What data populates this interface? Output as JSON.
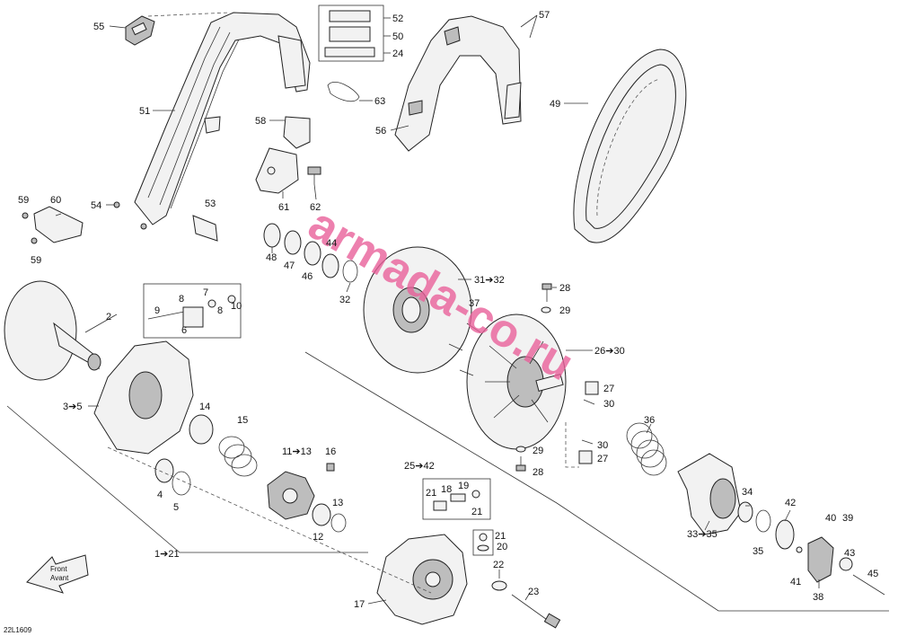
{
  "diagram_id": "22L1609",
  "watermark": {
    "text": "armada-co.ru",
    "color": "#e8609a"
  },
  "front_badge": {
    "line1": "Front",
    "line2": "Avant"
  },
  "labels": {
    "l55": "55",
    "l52": "52",
    "l50": "50",
    "l24": "24",
    "l57": "57",
    "l51": "51",
    "l63": "63",
    "l58": "58",
    "l56": "56",
    "l49": "49",
    "l59a": "59",
    "l60": "60",
    "l54": "54",
    "l53": "53",
    "l61": "61",
    "l62": "62",
    "l59b": "59",
    "l48": "48",
    "l47": "47",
    "l46": "46",
    "l44": "44",
    "l32": "32",
    "l9": "9",
    "l8a": "8",
    "l7": "7",
    "l8b": "8",
    "l10": "10",
    "l6": "6",
    "l2": "2",
    "l3_5": "3➔5",
    "l14": "14",
    "l15": "15",
    "l4": "4",
    "l5": "5",
    "l11_13": "11➔13",
    "l16": "16",
    "l13": "13",
    "l12": "12",
    "l1_21": "1➔21",
    "l31_32": "31➔32",
    "l37": "37",
    "l28a": "28",
    "l29a": "29",
    "l26_30": "26➔30",
    "l27a": "27",
    "l30a": "30",
    "l36": "36",
    "l30b": "30",
    "l27b": "27",
    "l29b": "29",
    "l28b": "28",
    "l25_42": "25➔42",
    "l21a": "21",
    "l18": "18",
    "l19": "19",
    "l21b": "21",
    "l21c": "21",
    "l20": "20",
    "l22": "22",
    "l23": "23",
    "l17": "17",
    "l33_35": "33➔35",
    "l34": "34",
    "l42": "42",
    "l35": "35",
    "l40": "40",
    "l39": "39",
    "l43": "43",
    "l41": "41",
    "l38": "38",
    "l45": "45"
  }
}
